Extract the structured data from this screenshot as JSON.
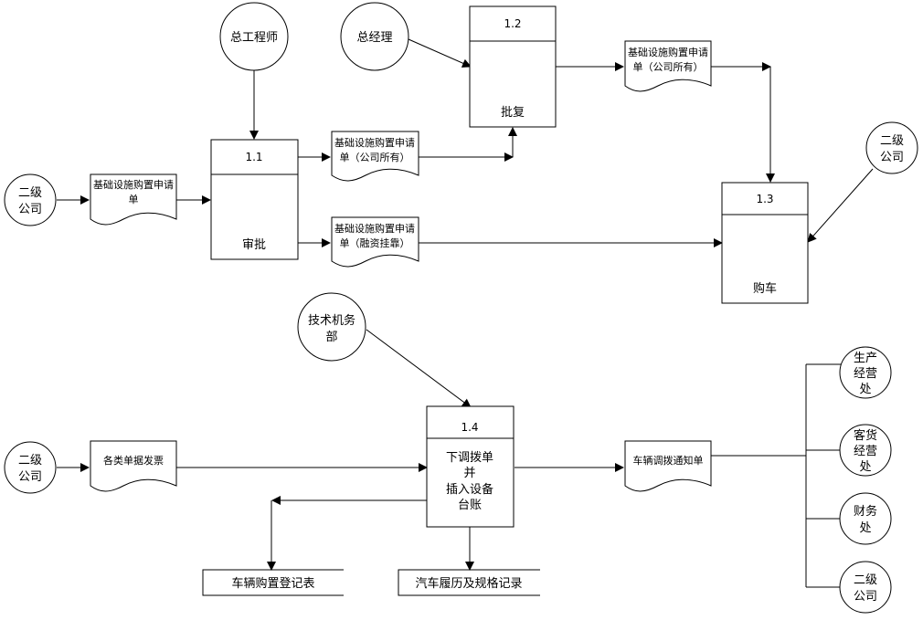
{
  "external_entities": {
    "chief_engineer": [
      "总工程师"
    ],
    "general_manager": [
      "总经理"
    ],
    "sub_company_top": [
      "二级",
      "公司"
    ],
    "sub_company_right": [
      "二级",
      "公司"
    ],
    "tech_dept": [
      "技术机务",
      "部"
    ],
    "sub_company_bottom": [
      "二级",
      "公司"
    ],
    "production_office": [
      "生产",
      "经营",
      "处"
    ],
    "passenger_freight_office": [
      "客货",
      "经营",
      "处"
    ],
    "finance_office": [
      "财务",
      "处"
    ],
    "sub_company_out": [
      "二级",
      "公司"
    ]
  },
  "processes": {
    "p11": {
      "id": "1.1",
      "name": [
        "审批"
      ]
    },
    "p12": {
      "id": "1.2",
      "name": [
        "批复"
      ]
    },
    "p13": {
      "id": "1.3",
      "name": [
        "购车"
      ]
    },
    "p14": {
      "id": "1.4",
      "name": [
        "下调拨单",
        "并",
        "插入设备",
        "台账"
      ]
    }
  },
  "documents": {
    "apply_form": [
      "基础设施购置申请",
      "单"
    ],
    "apply_company_1": [
      "基础设施购置申请",
      "单（公司所有）"
    ],
    "apply_financing": [
      "基础设施购置申请",
      "单（融资挂靠）"
    ],
    "apply_company_2": [
      "基础设施购置申请",
      "单（公司所有）"
    ],
    "invoices": [
      "各类单据发票"
    ],
    "transfer_notice": [
      "车辆调拨通知单"
    ]
  },
  "data_stores": {
    "purchase_register": "车辆购置登记表",
    "vehicle_history": "汽车履历及规格记录"
  }
}
